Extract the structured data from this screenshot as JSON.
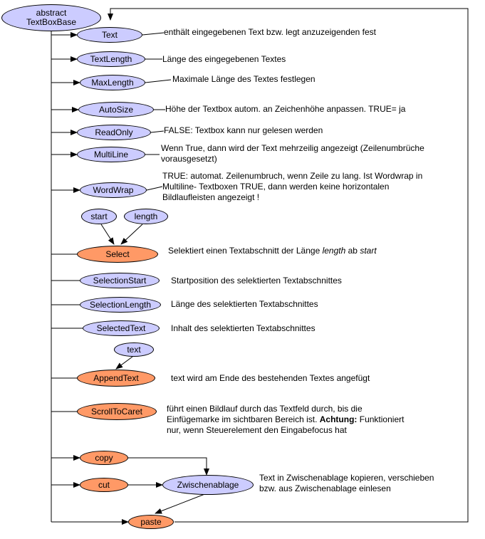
{
  "root": {
    "label_1": "abstract",
    "label_2": "TextBoxBase"
  },
  "nodes": {
    "text": "Text",
    "textlength": "TextLength",
    "maxlength": "MaxLength",
    "autosize": "AutoSize",
    "readonly": "ReadOnly",
    "multiline": "MultiLine",
    "wordwrap": "WordWrap",
    "start": "start",
    "length": "length",
    "select": "Select",
    "selectionstart": "SelectionStart",
    "selectionlength": "SelectionLength",
    "selectedtext": "SelectedText",
    "text_param": "text",
    "appendtext": "AppendText",
    "scrolltocaret": "ScrollToCaret",
    "copy": "copy",
    "cut": "cut",
    "zwischenablage": "Zwischenablage",
    "paste": "paste"
  },
  "descriptions": {
    "text": "enthält eingegebenen Text bzw. legt anzuzeigenden fest",
    "textlength": "Länge des eingegebenen Textes",
    "maxlength": "Maximale Länge des Textes festlegen",
    "autosize": "Höhe der Textbox autom. an Zeichenhöhe anpassen. TRUE= ja",
    "readonly": "FALSE: Textbox kann nur gelesen werden",
    "multiline_1": "Wenn True, dann wird der Text mehrzeilig angezeigt (Zeilenumbrüche",
    "multiline_2": "vorausgesetzt)",
    "wordwrap_1": "TRUE: automat. Zeilenumbruch, wenn Zeile zu lang. Ist Wordwrap in",
    "wordwrap_2": "Multiline- Textboxen TRUE, dann werden keine horizontalen",
    "wordwrap_3": "Bildlaufleisten angezeigt !",
    "select_pre": "Selektiert einen Textabschnitt der Länge ",
    "select_em1": "length",
    "select_mid": " ab ",
    "select_em2": "start",
    "selectionstart": "Startposition des selektierten Textabschnittes",
    "selectionlength": "Länge des selektierten Textabschnittes",
    "selectedtext": "Inhalt des selektierten Textabschnittes",
    "appendtext": "text wird am Ende des bestehenden Textes angefügt",
    "scroll_1": "führt einen Bildlauf durch das Textfeld durch, bis die",
    "scroll_2_pre": "Einfügemarke im sichtbaren Bereich ist. ",
    "scroll_2_bold": "Achtung:",
    "scroll_2_post": " Funktioniert",
    "scroll_3": "nur, wenn Steuerelement den Eingabefocus hat",
    "clipboard_1": "Text in Zwischenablage kopieren, verschieben",
    "clipboard_2": "bzw. aus Zwischenablage einlesen"
  },
  "colors": {
    "property_fill": "#ccccff",
    "method_fill": "#ff9966",
    "line": "#000000"
  }
}
